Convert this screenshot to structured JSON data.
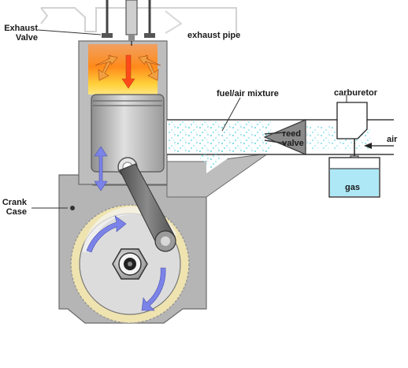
{
  "labels": {
    "exhaust_valve": "Exhaust\nValve",
    "exhaust_pipe": "exhaust pipe",
    "fuel_air_mixture": "fuel/air mixture",
    "carburetor": "carburetor",
    "reed_valve": "reed\nvalve",
    "air": "air",
    "gas": "gas",
    "crank_case": "Crank\nCase"
  },
  "colors": {
    "metal_gray": "#b3b3b3",
    "dark_gray": "#6e6e6e",
    "combustion_orange": "#f07a1a",
    "combustion_yellow": "#ffd23c",
    "mixture_cyan": "#8ee3ee",
    "gas_blue": "#aee8f6",
    "motion_arrow": "#7b83e8",
    "flywheel_beige": "#efe3b0"
  }
}
